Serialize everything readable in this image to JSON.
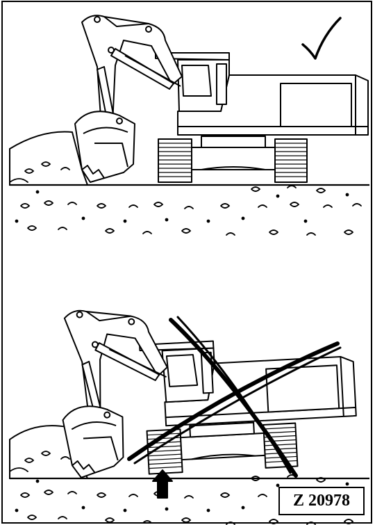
{
  "figure_code": "Z 20978",
  "panels": [
    {
      "name": "correct-position",
      "marker": "check-mark-icon"
    },
    {
      "name": "incorrect-position",
      "marker": "cross-out-icon",
      "indicator": "up-arrow-icon"
    }
  ],
  "colors": {
    "ink": "#000000",
    "paper": "#ffffff"
  }
}
